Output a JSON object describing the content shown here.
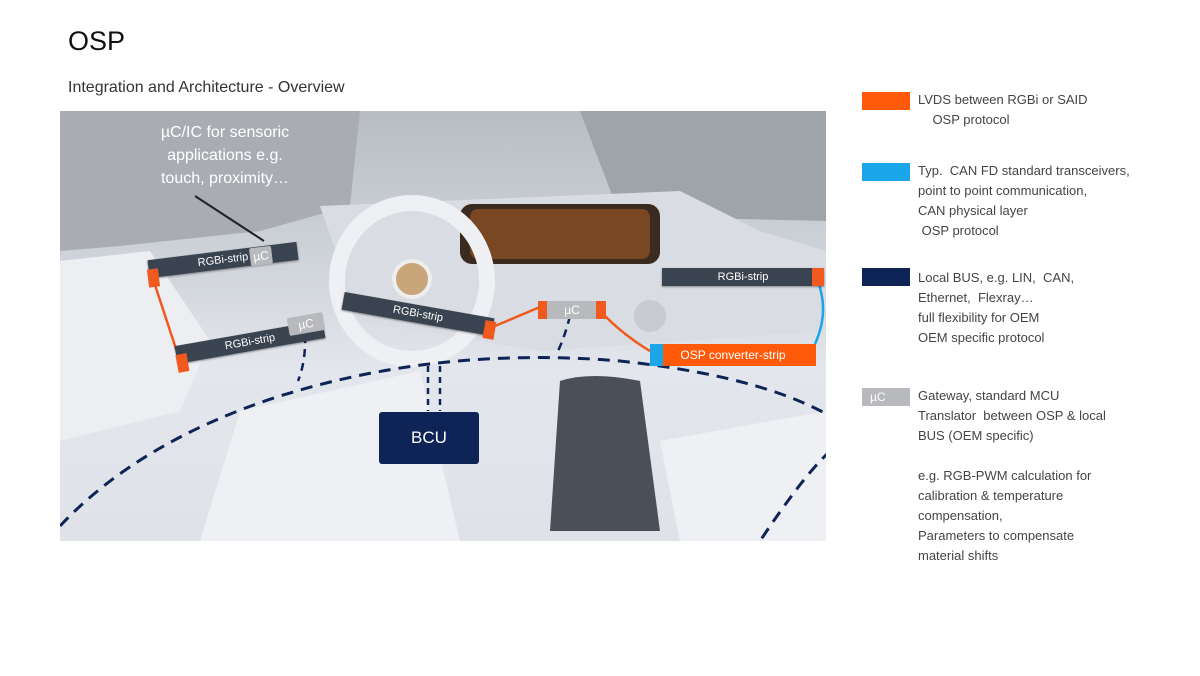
{
  "header": {
    "title": "OSP",
    "subtitle": "Integration and Architecture - Overview"
  },
  "scene": {
    "callout_lines": [
      "µC/IC for sensoric",
      "applications e.g.",
      "touch, proximity…"
    ],
    "strip_label": "RGBi-strip",
    "uc_label": "µC",
    "converter_label": "OSP converter-strip",
    "bcu_label": "BCU"
  },
  "colors": {
    "lvds": "#ff5a0a",
    "can": "#1aa6e8",
    "local_bus": "#0e2456",
    "gateway": "#b7b9bc"
  },
  "legend": [
    {
      "swatch_label": "",
      "lines": [
        "LVDS between RGBi or SAID",
        "    OSP protocol"
      ]
    },
    {
      "swatch_label": "",
      "lines": [
        "Typ.  CAN FD standard transceivers,",
        "point to point communication,",
        "CAN physical layer",
        " OSP protocol"
      ]
    },
    {
      "swatch_label": "",
      "lines": [
        "Local BUS, e.g. LIN,  CAN,",
        "Ethernet,  Flexray…",
        "full flexibility for OEM",
        "OEM specific protocol"
      ]
    },
    {
      "swatch_label": "µC",
      "lines": [
        "Gateway, standard MCU",
        "Translator  between OSP & local",
        "BUS (OEM specific)",
        "",
        "e.g. RGB-PWM calculation for",
        "calibration & temperature",
        "compensation,",
        "Parameters to compensate",
        "material shifts"
      ]
    }
  ]
}
